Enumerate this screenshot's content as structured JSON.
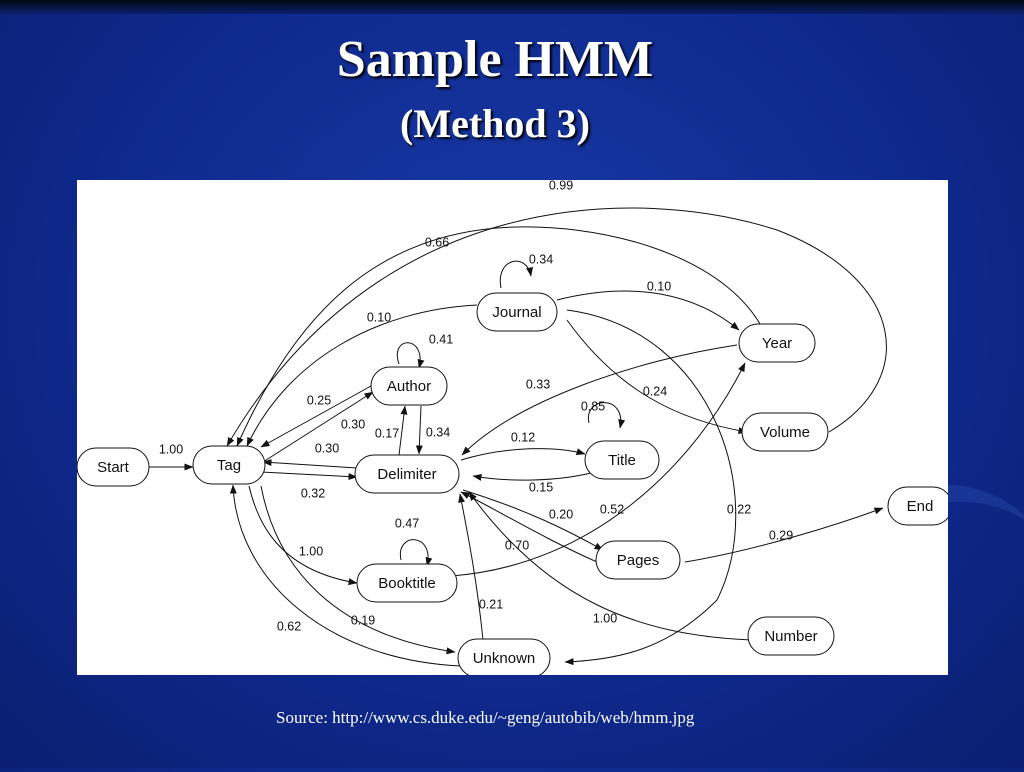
{
  "title": "Sample HMM",
  "subtitle": "(Method 3)",
  "source": "Source: http://www.cs.duke.edu/~geng/autobib/web/hmm.jpg",
  "nodes": [
    {
      "id": "start",
      "label": "Start"
    },
    {
      "id": "tag",
      "label": "Tag"
    },
    {
      "id": "journal",
      "label": "Journal"
    },
    {
      "id": "author",
      "label": "Author"
    },
    {
      "id": "delimiter",
      "label": "Delimiter"
    },
    {
      "id": "title",
      "label": "Title"
    },
    {
      "id": "year",
      "label": "Year"
    },
    {
      "id": "volume",
      "label": "Volume"
    },
    {
      "id": "booktitle",
      "label": "Booktitle"
    },
    {
      "id": "pages",
      "label": "Pages"
    },
    {
      "id": "end",
      "label": "End"
    },
    {
      "id": "number",
      "label": "Number"
    },
    {
      "id": "unknown",
      "label": "Unknown"
    }
  ],
  "edges": [
    {
      "from": "start",
      "to": "tag",
      "label": "1.00"
    },
    {
      "from": "volume",
      "to": "tag",
      "label": "0.99"
    },
    {
      "from": "year",
      "to": "tag",
      "label": "0.66"
    },
    {
      "from": "journal",
      "to": "tag",
      "label": "0.10"
    },
    {
      "from": "journal",
      "to": "journal",
      "label": "0.34"
    },
    {
      "from": "journal",
      "to": "year",
      "label": "0.10"
    },
    {
      "from": "journal",
      "to": "volume",
      "label": "0.24"
    },
    {
      "from": "journal",
      "to": "unknown",
      "label": "0.22"
    },
    {
      "from": "author",
      "to": "author",
      "label": "0.41"
    },
    {
      "from": "author",
      "to": "tag",
      "label": "0.25"
    },
    {
      "from": "tag",
      "to": "author",
      "label": "0.30"
    },
    {
      "from": "delimiter",
      "to": "tag",
      "label": "0.30"
    },
    {
      "from": "tag",
      "to": "delimiter",
      "label": "0.32"
    },
    {
      "from": "delimiter",
      "to": "author",
      "label": "0.17"
    },
    {
      "from": "author",
      "to": "delimiter",
      "label": "0.34"
    },
    {
      "from": "year",
      "to": "delimiter",
      "label": "0.33"
    },
    {
      "from": "title",
      "to": "title",
      "label": "0.85"
    },
    {
      "from": "delimiter",
      "to": "title",
      "label": "0.12"
    },
    {
      "from": "title",
      "to": "delimiter",
      "label": "0.15"
    },
    {
      "from": "delimiter",
      "to": "pages",
      "label": "0.20"
    },
    {
      "from": "booktitle",
      "to": "year",
      "label": "0.52"
    },
    {
      "from": "pages",
      "to": "delimiter",
      "label": "0.70"
    },
    {
      "from": "pages",
      "to": "end",
      "label": "0.29"
    },
    {
      "from": "booktitle",
      "to": "booktitle",
      "label": "0.47"
    },
    {
      "from": "tag",
      "to": "booktitle",
      "label": "1.00"
    },
    {
      "from": "tag",
      "to": "unknown",
      "label": "0.19"
    },
    {
      "from": "unknown",
      "to": "tag",
      "label": "0.62"
    },
    {
      "from": "unknown",
      "to": "delimiter",
      "label": "0.21"
    },
    {
      "from": "number",
      "to": "delimiter",
      "label": "1.00"
    }
  ]
}
